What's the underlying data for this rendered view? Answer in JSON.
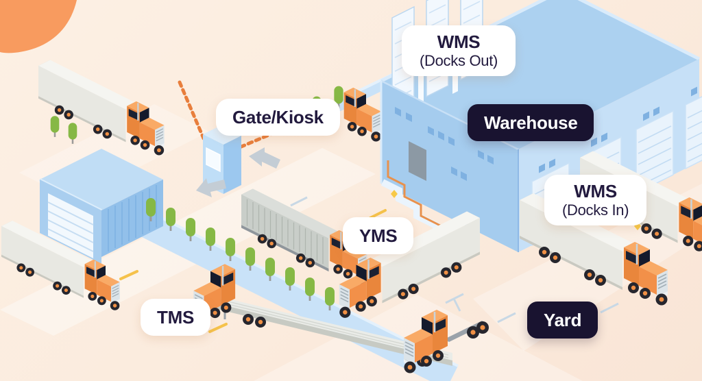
{
  "labels": {
    "wms_docks_out": {
      "title": "WMS",
      "subtitle": "(Docks Out)"
    },
    "warehouse": "Warehouse",
    "gate_kiosk": "Gate/Kiosk",
    "wms_docks_in": {
      "title": "WMS",
      "subtitle": "(Docks In)"
    },
    "yms": "YMS",
    "tms": "TMS",
    "yard": "Yard"
  },
  "colors": {
    "background_peach": "#FCEFE3",
    "corner_blob_orange": "#F89B5F",
    "truck_orange": "#EE8B3F",
    "building_blue": "#A5CCEE",
    "fence_light_blue": "#C9E2F8",
    "tree_green": "#86B845",
    "ink_navy": "#221A3E",
    "badge_dark": "#191330",
    "road_marking_yellow": "#F5C24B",
    "barrier_orange": "#E87E3C"
  }
}
